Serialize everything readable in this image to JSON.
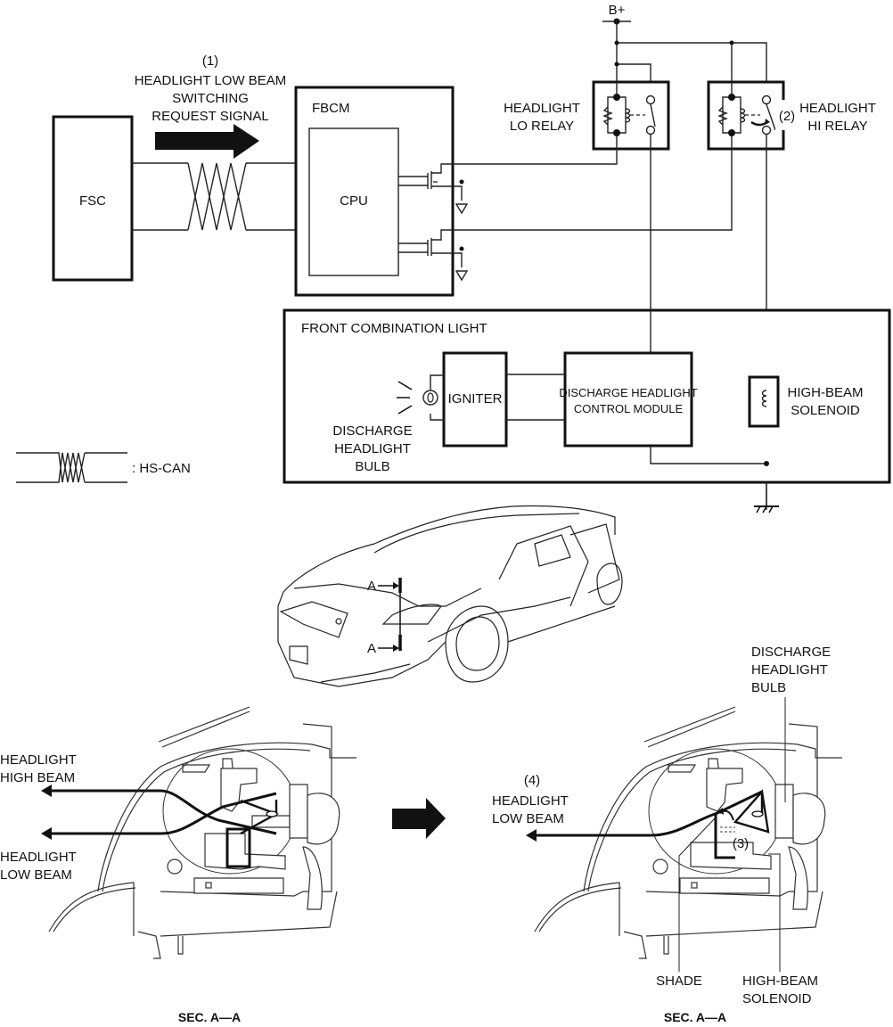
{
  "signal": {
    "number": "(1)",
    "lines": [
      "HEADLIGHT LOW BEAM",
      "SWITCHING",
      "REQUEST SIGNAL"
    ]
  },
  "modules": {
    "fsc": "FSC",
    "fbcm": "FBCM",
    "cpu": "CPU",
    "front_combination_light": "FRONT COMBINATION LIGHT",
    "igniter": "IGNITER",
    "control_module": [
      "DISCHARGE HEADLIGHT",
      "CONTROL MODULE"
    ],
    "solenoid": [
      "HIGH-BEAM",
      "SOLENOID"
    ],
    "bulb": [
      "DISCHARGE",
      "HEADLIGHT",
      "BULB"
    ]
  },
  "power": {
    "supply": "B+"
  },
  "relays": {
    "lo": [
      "HEADLIGHT",
      "LO RELAY"
    ],
    "hi": [
      "HEADLIGHT",
      "HI RELAY"
    ],
    "hi_step": "(2)"
  },
  "legend": {
    "hs_can": ": HS-CAN"
  },
  "car": {
    "section_marker_top": "A",
    "section_marker_bottom": "A"
  },
  "section_left": {
    "high_beam": [
      "HEADLIGHT",
      "HIGH BEAM"
    ],
    "low_beam": [
      "HEADLIGHT",
      "LOW BEAM"
    ],
    "caption": "SEC. A—A"
  },
  "section_right": {
    "low_beam_step": "(4)",
    "low_beam": [
      "HEADLIGHT",
      "LOW BEAM"
    ],
    "bulb": [
      "DISCHARGE",
      "HEADLIGHT",
      "BULB"
    ],
    "solenoid_step": "(3)",
    "shade": "SHADE",
    "solenoid": [
      "HIGH-BEAM",
      "SOLENOID"
    ],
    "caption": "SEC. A—A"
  }
}
